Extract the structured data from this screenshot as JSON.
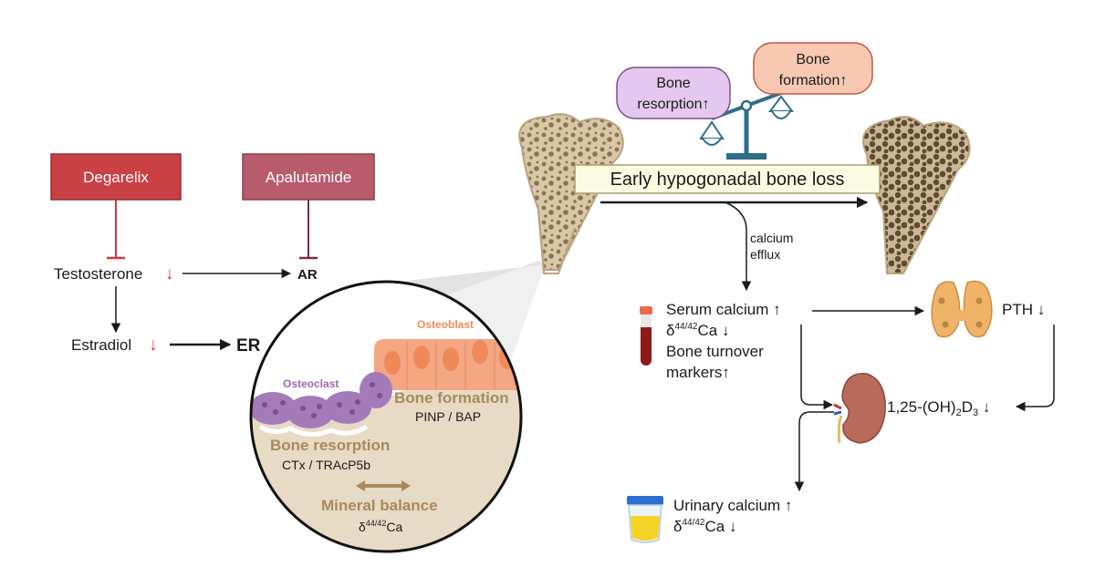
{
  "drugs": {
    "degarelix": "Degarelix",
    "apalutamide": "Apalutamide"
  },
  "hormones": {
    "testosterone": "Testosterone",
    "estradiol": "Estradiol",
    "ar": "AR",
    "er": "ER",
    "down_arrow": "↓"
  },
  "balance": {
    "resorption_line1": "Bone",
    "resorption_line2": "resorption↑",
    "formation_line1": "Bone",
    "formation_line2": "formation↑"
  },
  "banner": "Early hypogonadal bone loss",
  "efflux": {
    "line1": "calcium",
    "line2": "efflux"
  },
  "serum": {
    "line1": "Serum calcium ↑",
    "delta_prefix": "δ",
    "delta_sup": "44/42",
    "delta_suffix": "Ca ↓",
    "line3": "Bone turnover",
    "line4": "markers↑"
  },
  "pth": "PTH ↓",
  "vitd": {
    "prefix": "1,25-(OH)",
    "sub1": "2",
    "mid": "D",
    "sub2": "3",
    "suffix": " ↓"
  },
  "urinary": {
    "line1": "Urinary calcium ↑",
    "delta_prefix": "δ",
    "delta_sup": "44/42",
    "delta_suffix": "Ca ↓"
  },
  "inset": {
    "osteoblast": "Osteoblast",
    "osteoclast": "Osteoclast",
    "bone_formation": "Bone formation",
    "formation_markers": "PINP / BAP",
    "bone_resorption": "Bone resorption",
    "resorption_markers": "CTx / TRAcP5b",
    "mineral_balance": "Mineral balance",
    "delta_prefix": "δ",
    "delta_sup": "44/42",
    "delta_suffix": "Ca"
  },
  "colors": {
    "degarelix_fill": "#c94045",
    "apalutamide_fill": "#b85b6b",
    "resorption_bubble": "#e4c8f0",
    "formation_bubble": "#f8c8b2",
    "banner_fill": "#fbfbe2",
    "red_arrow": "#d4373f",
    "bone": "#e8dbc5",
    "osteoblast": "#f5a683",
    "osteoclast": "#a57ab8",
    "inset_text_brown": "#a8895c",
    "balance_blue": "#2d6e87"
  }
}
